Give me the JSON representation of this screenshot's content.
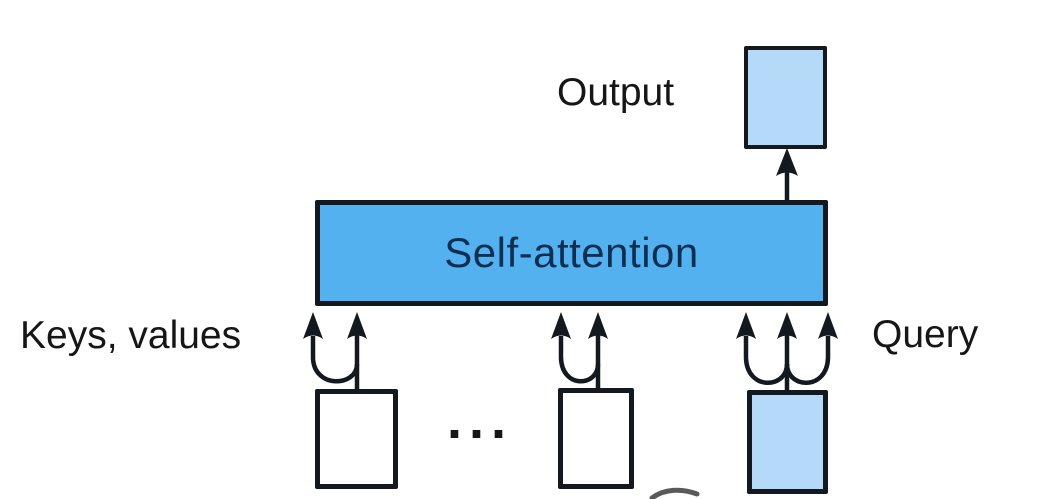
{
  "labels": {
    "output": "Output",
    "self_attention": "Self-attention",
    "keys_values": "Keys, values",
    "query": "Query",
    "ellipsis": "..."
  },
  "colors": {
    "attention_fill": "#53B1EF",
    "light_box_fill": "#B5D9F8",
    "white_box_fill": "#FFFFFF",
    "attention_text": "#0E2F52",
    "label_text": "#161616",
    "border": "#14191F",
    "arrow": "#14191F",
    "smudge": "#5A5A5A"
  }
}
